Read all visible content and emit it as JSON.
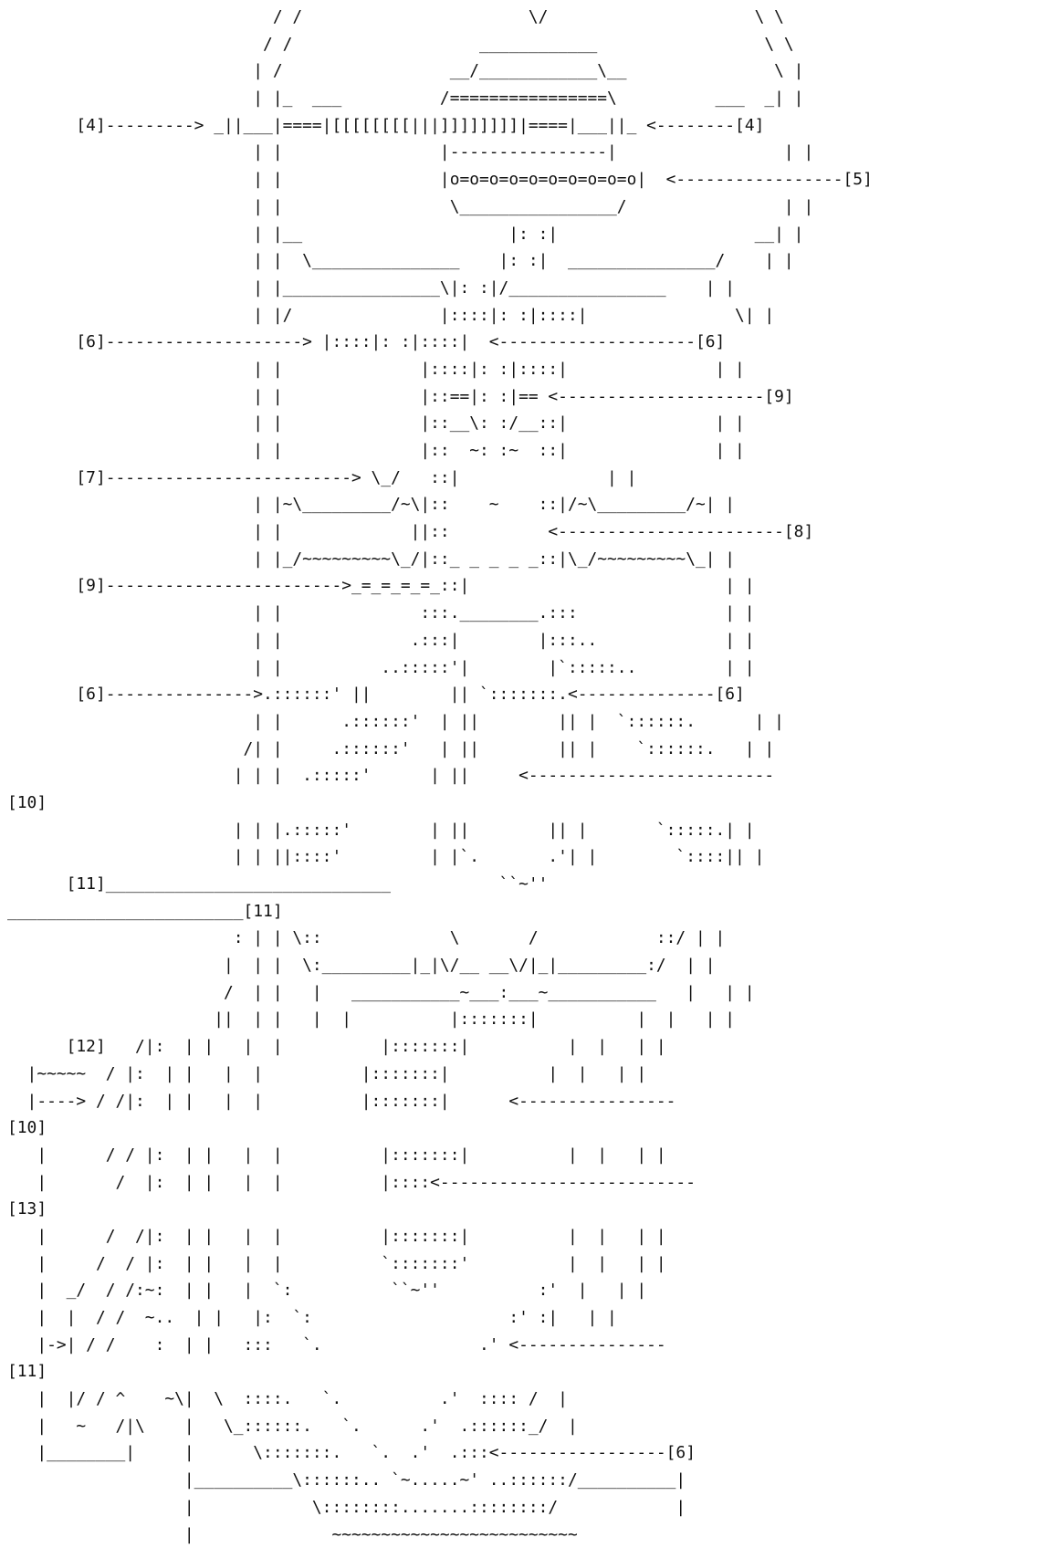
{
  "colors": {
    "background": "#ffffff",
    "ink": "#111111"
  },
  "art_lines": [
    "                           / /                       \\/                     \\ \\",
    "                          / /                   ____________                 \\ \\",
    "                         | /                 __/____________\\__               \\ |",
    "                         | |_  ___          /================\\          ___  _| |",
    "       [4]---------> _||___|====|[[[[[[[[|||]]]]]]]]|====|___||_ <--------[4]",
    "                         | |                |----------------|                 | |",
    "                         | |                |o=o=o=o=o=o=o=o=o=o|  <-----------------[5]",
    "                         | |                 \\________________/                | |",
    "                         | |__                     |: :|                    __| |",
    "                         | |  \\_______________    |: :|  _______________/    | |",
    "                         | |________________\\|: :|/________________    | |",
    "                         | |/               |::::|: :|::::|               \\| |",
    "       [6]--------------------> |::::|: :|::::|  <--------------------[6]",
    "                         | |              |::::|: :|::::|               | |",
    "                         | |              |::==|: :|== <---------------------[9]",
    "                         | |              |::__\\: :/__::|               | |",
    "                         | |              |::  ~: :~  ::|               | |",
    "       [7]-------------------------> \\_/   ::|               | |",
    "                         | |~\\_________/~\\|::    ~    ::|/~\\_________/~| |",
    "                         | |             ||::          <-----------------------[8]",
    "                         | |_/~~~~~~~~~\\_/|::_ _ _ _ _::|\\_/~~~~~~~~~\\_| |",
    "       [9]------------------------>_=_=_=_=_::|                          | |",
    "                         | |              :::.________.:::               | |",
    "                         | |             .:::|        |:::..             | |",
    "                         | |          ..:::::'|        |`:::::..         | |",
    "       [6]--------------->.::::::' ||        || `:::::::.<--------------[6]",
    "                         | |      .::::::'  | ||        || |  `::::::.      | |",
    "                        /| |     .::::::'   | ||        || |    `::::::.   | |",
    "                       | | |  .:::::'      | ||     <-------------------------",
    "[10]",
    "                       | | |.:::::'        | ||        || |       `:::::.| |",
    "                       | | ||::::'         | |`.       .'| |        `::::|| |",
    "      [11]_____________________________           ``~''",
    "________________________[11]",
    "                       : | | \\::             \\       /            ::/ | |",
    "                      |  | |  \\:_________|_|\\/__ __\\/|_|_________:/  | |",
    "                      /  | |   |   ___________~___:___~___________   |   | |",
    "                     ||  | |   |  |          |:::::::|          |  |   | |",
    "      [12]   /|:  | |   |  |          |:::::::|          |  |   | |",
    "  |~~~~~  / |:  | |   |  |          |:::::::|          |  |   | |",
    "  |----> / /|:  | |   |  |          |:::::::|      <----------------",
    "[10]",
    "   |      / / |:  | |   |  |          |:::::::|          |  |   | |",
    "   |       /  |:  | |   |  |          |::::<--------------------------",
    "[13]",
    "   |      /  /|:  | |   |  |          |:::::::|          |  |   | |",
    "   |     /  / |:  | |   |  |          `:::::::'          |  |   | |",
    "   |  _/  / /:~:  | |   |  `:          ``~''          :'  |   | |",
    "   |  |  / /  ~..  | |   |:  `:                    :' :|   | |",
    "   |->| / /    :  | |   :::   `.                .' <---------------",
    "[11]",
    "   |  |/ / ^    ~\\|  \\  ::::.   `.          .'  :::: /  |",
    "   |   ~   /|\\    |   \\_::::::.   `.      .'  .::::::_/  |",
    "   |________|     |      \\:::::::.   `.  .'  .:::<-----------------[6]",
    "                  |__________\\::::::.. `~.....~' ..::::::/__________|",
    "                  |            \\::::::::.......::::::::/            |",
    "                  |              ~~~~~~~~~~~~~~~~~~~~~~~~~"
  ]
}
